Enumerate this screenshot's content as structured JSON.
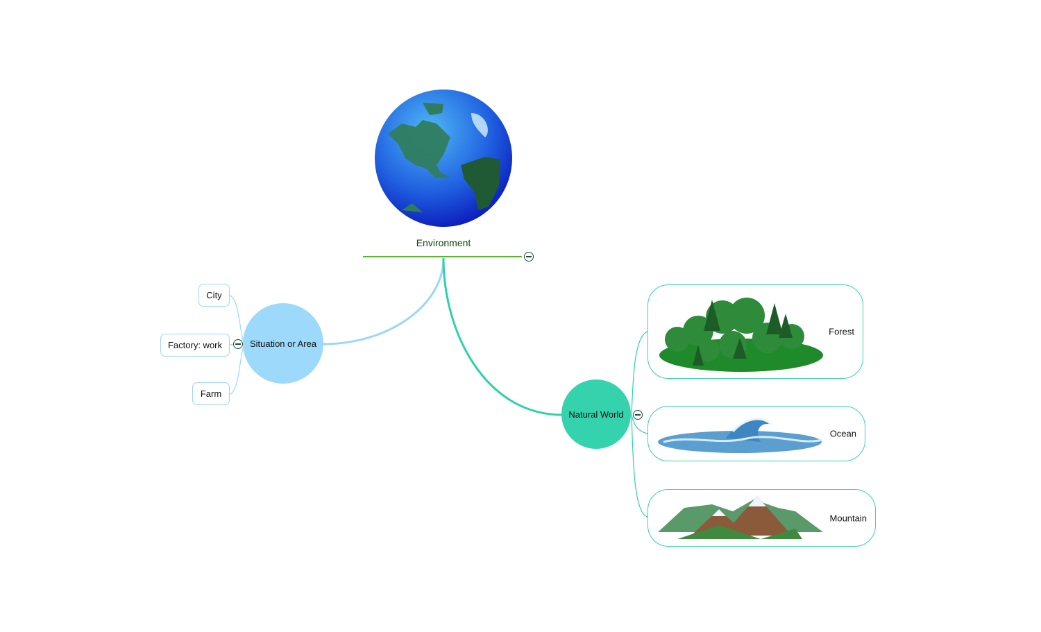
{
  "root": {
    "label": "Environment",
    "image_icon": "globe-icon",
    "line_color": "#5bb62e"
  },
  "branches": [
    {
      "label": "Situation or Area",
      "color": "#9dd9fb",
      "children": [
        {
          "label": "City"
        },
        {
          "label": "Factory: work"
        },
        {
          "label": "Farm"
        }
      ]
    },
    {
      "label": "Natural World",
      "color": "#34d3ae",
      "children": [
        {
          "label": "Forest",
          "image_icon": "forest-icon"
        },
        {
          "label": "Ocean",
          "image_icon": "ocean-wave-icon"
        },
        {
          "label": "Mountain",
          "image_icon": "mountain-icon"
        }
      ]
    }
  ]
}
